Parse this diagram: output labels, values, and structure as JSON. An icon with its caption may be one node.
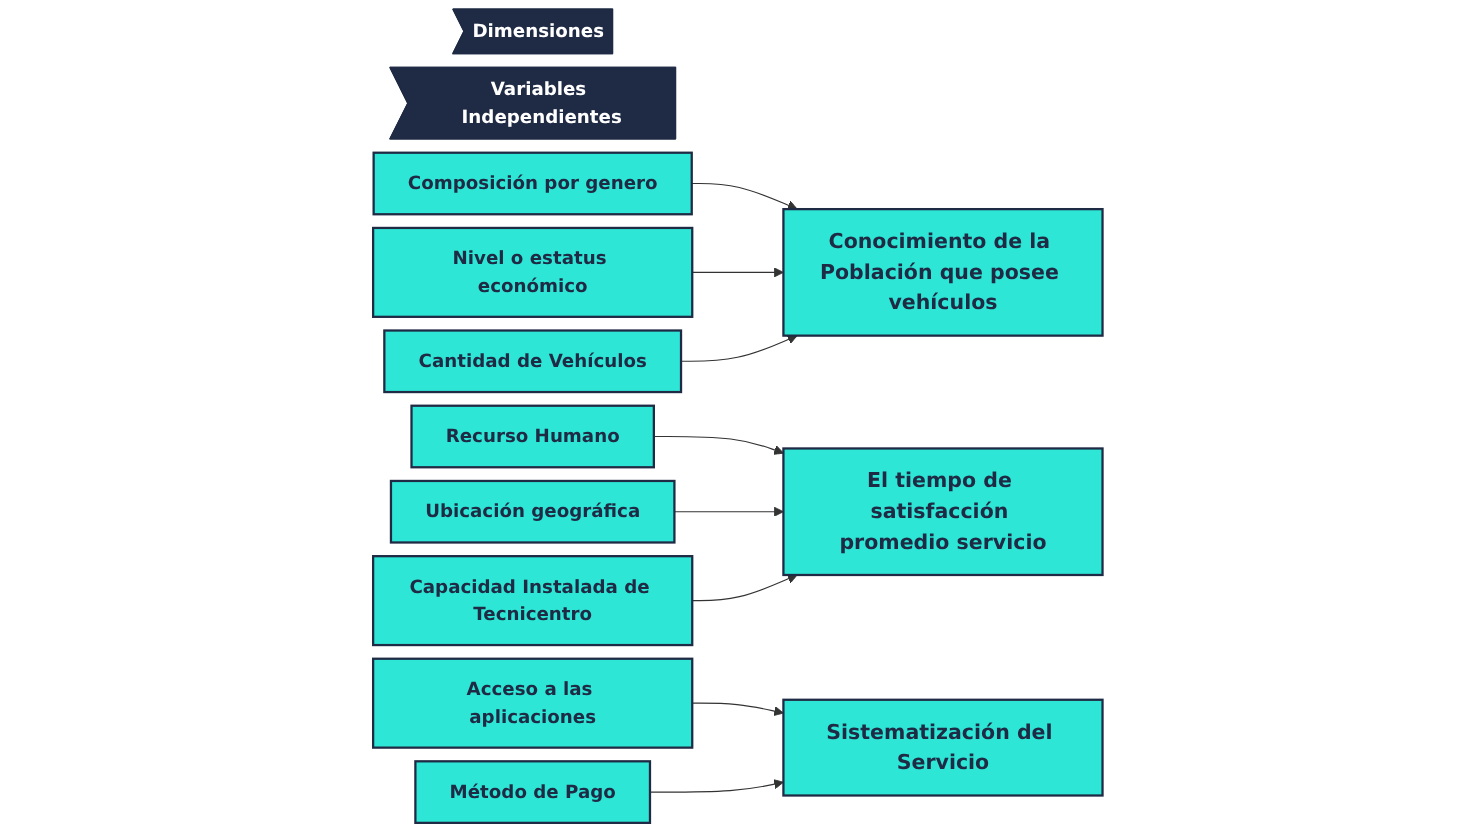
{
  "diagram": {
    "nodes": [
      {
        "text": [
          "Dimensiones"
        ]
      },
      {
        "text": [
          "Variables Independientes"
        ]
      },
      {
        "text": [
          "Composición por genero"
        ]
      },
      {
        "text": [
          "Nivel o estatus económico"
        ]
      },
      {
        "text": [
          "Cantidad de Vehículos"
        ]
      },
      {
        "text": [
          "Conocimiento de la Población que posee vehículos"
        ]
      },
      {
        "text": [
          "Recurso Humano"
        ]
      },
      {
        "text": [
          "Ubicación geográfica"
        ]
      },
      {
        "text": [
          "Capacidad Instalada de Tecnicentro"
        ]
      },
      {
        "text": [
          "El tiempo de satisfacción promedio servicio"
        ]
      },
      {
        "text": [
          "Acceso a las aplicaciones"
        ]
      },
      {
        "text": [
          "Método de Pago"
        ]
      },
      {
        "text": [
          "Sistematización del Servicio"
        ]
      }
    ],
    "edges": [
      {
        "from": 2,
        "to": 5,
        "arrow": "to"
      },
      {
        "from": 3,
        "to": 5,
        "arrow": "to"
      },
      {
        "from": 4,
        "to": 5,
        "arrow": "to"
      },
      {
        "from": 6,
        "to": 9,
        "arrow": "to"
      },
      {
        "from": 7,
        "to": 9,
        "arrow": "to"
      },
      {
        "from": 8,
        "to": 9,
        "arrow": "to"
      },
      {
        "from": 10,
        "to": 12,
        "arrow": "to"
      },
      {
        "from": 11,
        "to": 12,
        "arrow": "to"
      }
    ]
  }
}
